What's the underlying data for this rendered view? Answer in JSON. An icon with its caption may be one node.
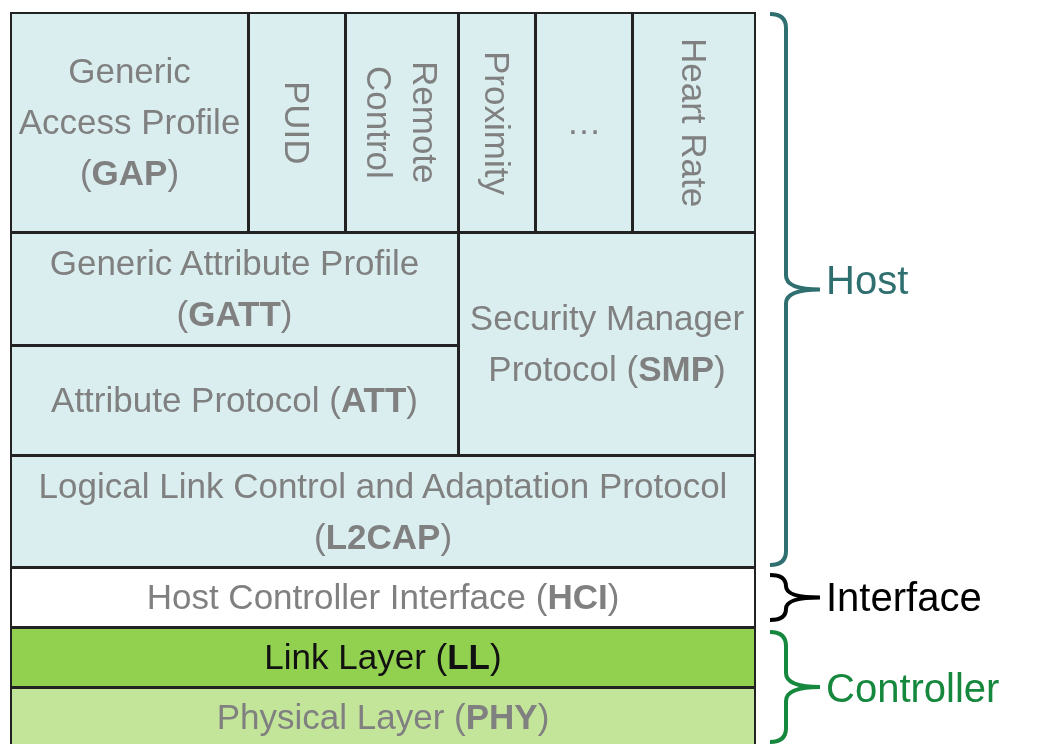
{
  "diagram": {
    "nodes": [
      {
        "text": [
          "Generic Access Profile (**GAP**)"
        ]
      },
      {
        "text": [
          "PUID"
        ]
      },
      {
        "text": [
          "Remote Control"
        ]
      },
      {
        "text": [
          "Proximity"
        ]
      },
      {
        "text": [
          "…"
        ]
      },
      {
        "text": [
          "Heart Rate"
        ]
      },
      {
        "text": [
          "Generic Attribute Profile (**GATT**)"
        ]
      },
      {
        "text": [
          "Security Manager Protocol (**SMP**)"
        ]
      },
      {
        "text": [
          "Attribute Protocol (**ATT**)"
        ]
      },
      {
        "text": [
          "Logical Link Control and Adaptation Protocol (**L2CAP**)"
        ]
      },
      {
        "text": [
          "Host Controller Interface (**HCI**)"
        ]
      },
      {
        "text": [
          "Link Layer (**LL**)"
        ]
      },
      {
        "text": [
          "Physical Layer (**PHY**)"
        ]
      }
    ],
    "edges": [],
    "labels": [
      "Host",
      "Interface",
      "Controller"
    ]
  }
}
